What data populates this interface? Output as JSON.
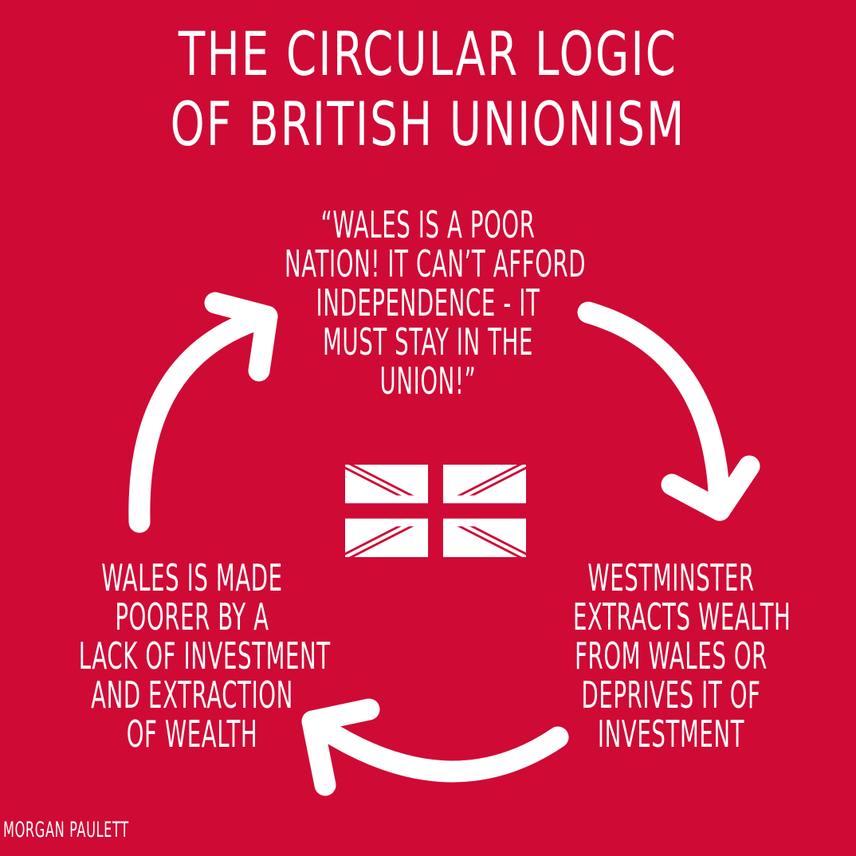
{
  "title": {
    "line1": "THE CIRCULAR LOGIC",
    "line2": "OF BRITISH UNIONISM"
  },
  "nodes": {
    "top": {
      "lines": [
        "“WALES IS A POOR",
        "NATION! IT CAN’T AFFORD",
        "INDEPENDENCE - IT",
        "MUST STAY IN THE",
        "UNION!”"
      ]
    },
    "right": {
      "lines": [
        "WESTMINSTER",
        "EXTRACTS WEALTH",
        "FROM WALES OR",
        "DEPRIVES IT OF",
        "INVESTMENT"
      ]
    },
    "left": {
      "lines": [
        "WALES IS MADE",
        "POORER BY A",
        "LACK OF INVESTMENT",
        "AND EXTRACTION",
        "OF WEALTH"
      ]
    }
  },
  "credit": "MORGAN PAULETT",
  "center_icon": "union-jack-flag-icon",
  "colors": {
    "background": "#cf0a35",
    "foreground": "#ffffff"
  }
}
